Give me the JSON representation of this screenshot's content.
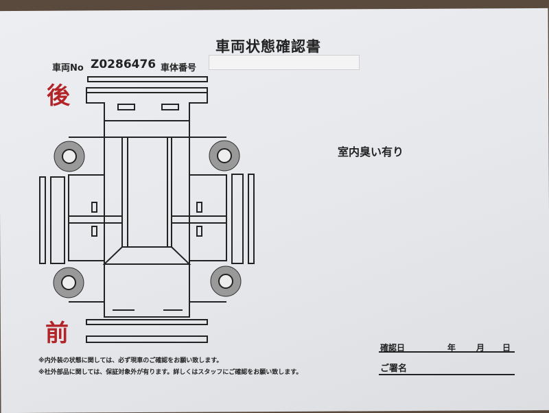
{
  "title": "車両状態確認書",
  "vehicle_no_label": "車両No",
  "vehicle_no": "Z0286476",
  "chassis_no_label": "車体番号",
  "chassis_no_value": "",
  "rear_label": "後",
  "front_label": "前",
  "memo": "室内臭い有り",
  "notes": [
    "※内外装の状態に関しては、必ず現車のご確認をお願い致します。",
    "※社外部品に関しては、保証対象外が有ります。詳しくはスタッフにご確認をお願い致します。"
  ],
  "confirm_date_label": "確認日",
  "year_label": "年",
  "month_label": "月",
  "day_label": "日",
  "signature_label": "ご署名"
}
